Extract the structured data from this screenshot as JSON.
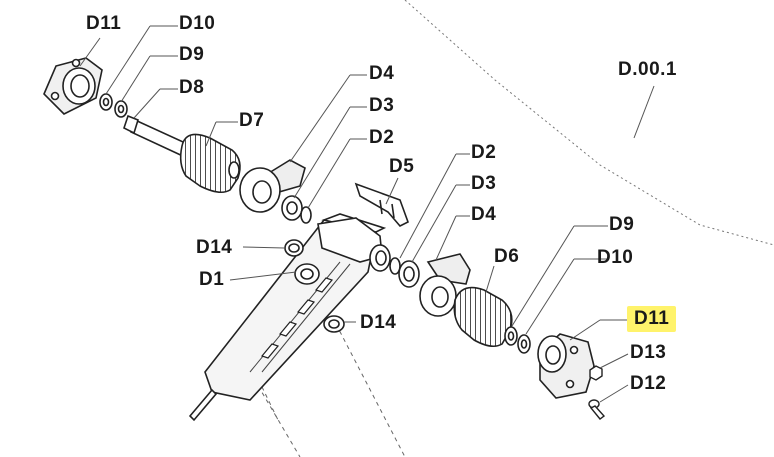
{
  "assembly_label": "D.00.1",
  "highlighted_part": "D11",
  "highlight_color": "#fff36b",
  "line_color": "#555555",
  "part_labels": {
    "d11_top": "D11",
    "d10_top": "D10",
    "d9_top": "D9",
    "d8": "D8",
    "d7": "D7",
    "d4_upper": "D4",
    "d3_upper": "D3",
    "d2_upper": "D2",
    "d5": "D5",
    "d2_right": "D2",
    "d3_right": "D3",
    "d4_right": "D4",
    "d14_left": "D14",
    "d1": "D1",
    "d6": "D6",
    "d9_right": "D9",
    "d10_right": "D10",
    "d11_right": "D11",
    "d14_lower": "D14",
    "d13": "D13",
    "d12": "D12"
  }
}
